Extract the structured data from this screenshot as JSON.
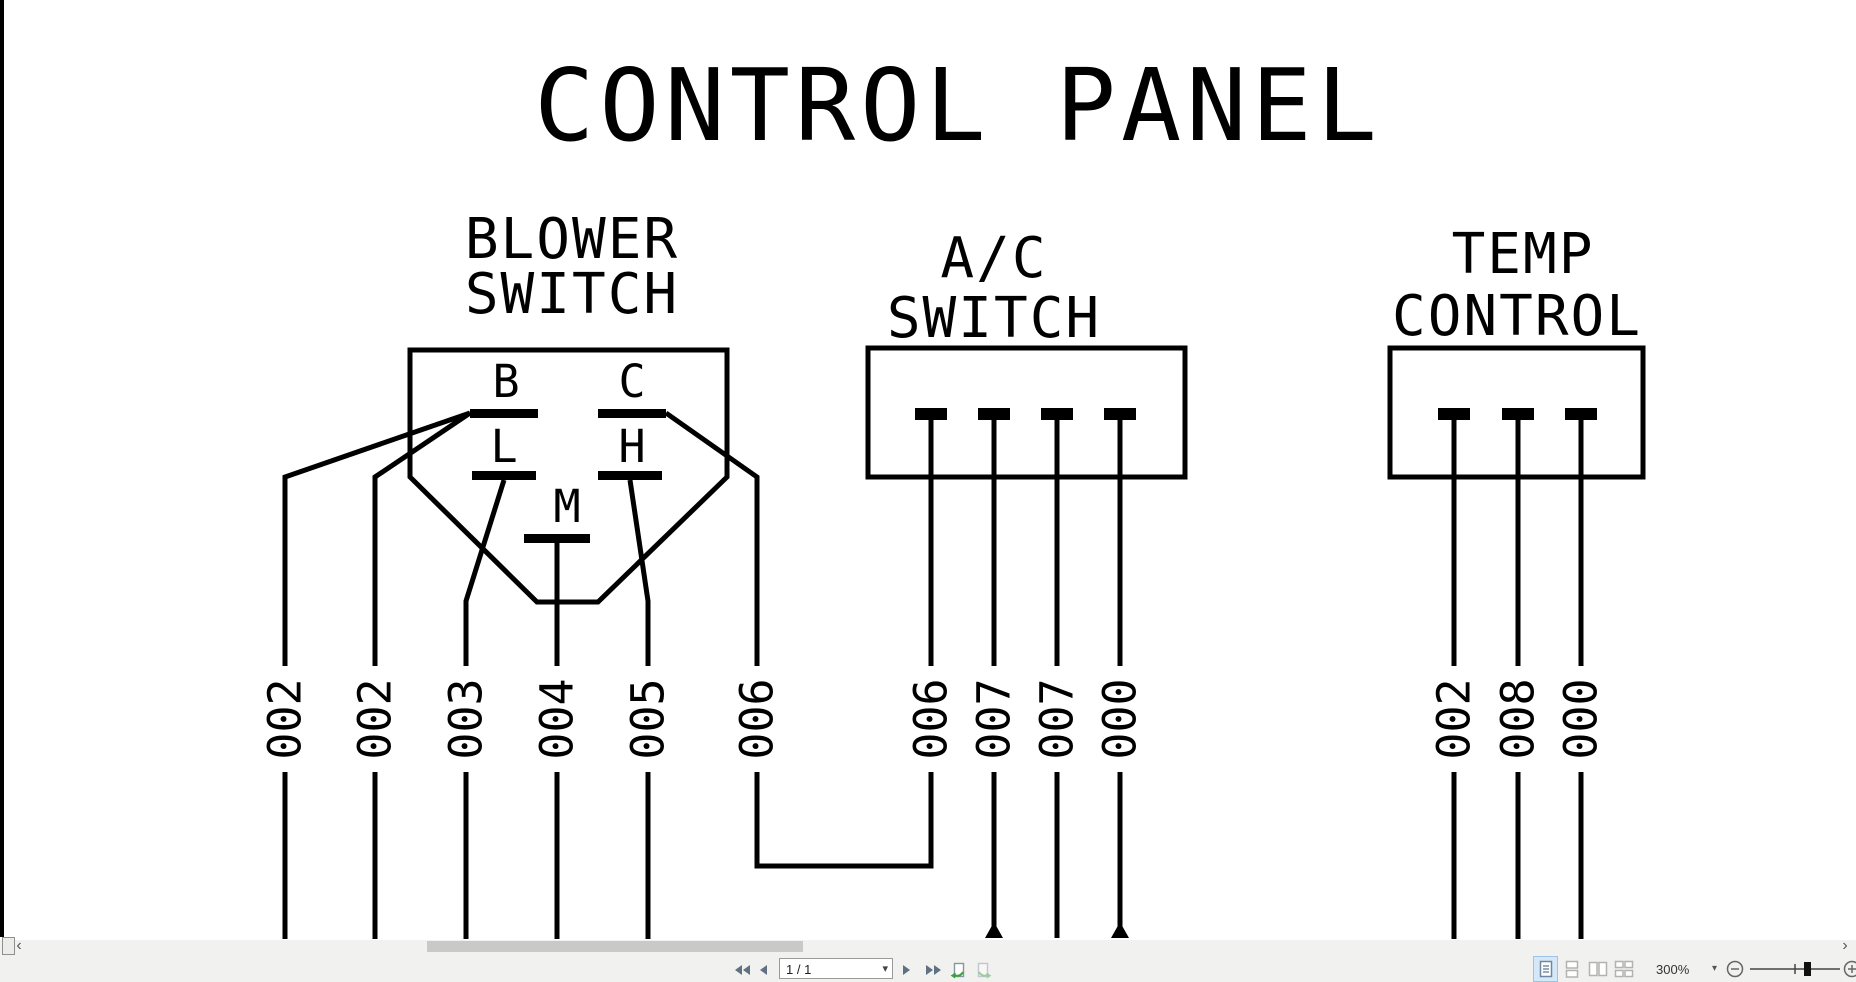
{
  "drawing": {
    "title": "CONTROL PANEL",
    "blower": {
      "name1": "BLOWER",
      "name2": "SWITCH",
      "terminals": [
        "B",
        "C",
        "L",
        "H",
        "M"
      ]
    },
    "ac": {
      "name1": "A/C",
      "name2": "SWITCH"
    },
    "temp": {
      "name1": "TEMP",
      "name2": "CONTROL"
    },
    "wire_labels": {
      "blower": [
        "002",
        "002",
        "003",
        "004",
        "005",
        "006"
      ],
      "ac": [
        "006",
        "007",
        "007",
        "000"
      ],
      "temp": [
        "002",
        "008",
        "000"
      ]
    },
    "line_color": "#000000"
  },
  "statusbar": {
    "page_display": "1 / 1",
    "zoom_level": "300%",
    "icons": {
      "first_page": "first-page-icon",
      "prev_page": "previous-page-icon",
      "next_page": "next-page-icon",
      "last_page": "last-page-icon",
      "prev_view": "previous-view-icon",
      "next_view": "next-view-icon",
      "dropdown_caret": "▾",
      "scroll_left": "‹",
      "scroll_right": "›"
    },
    "colors": {
      "toolbar_bg": "#f1f1f0",
      "scroll_thumb": "#c9c9c8",
      "nav_icon": "#5f7183",
      "active_layout_bg": "#d6e8f8",
      "green_arrow": "#3aa13f"
    }
  }
}
